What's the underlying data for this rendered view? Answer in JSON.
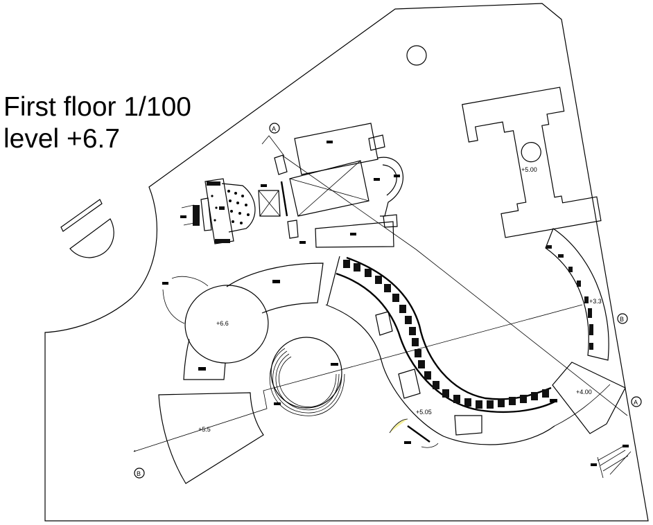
{
  "drawing": {
    "title_line1": "First floor 1/100",
    "title_line2": "level +6.7",
    "colors": {
      "line": "#000000",
      "background": "#ffffff",
      "highlight": "#f4f0a0"
    }
  },
  "levels": {
    "courtyard": "+5.00",
    "oval_hall": "+6.6",
    "sector_left": "+5.5",
    "curved_wing": "+5.05",
    "east_arc": "+3.3",
    "southeast_block": "+4.00"
  },
  "section_markers": [
    {
      "id": "A",
      "label": "A",
      "location": "north"
    },
    {
      "id": "A2",
      "label": "A",
      "location": "east"
    },
    {
      "id": "B",
      "label": "B",
      "location": "southwest"
    },
    {
      "id": "B2",
      "label": "B",
      "location": "east-upper"
    }
  ]
}
